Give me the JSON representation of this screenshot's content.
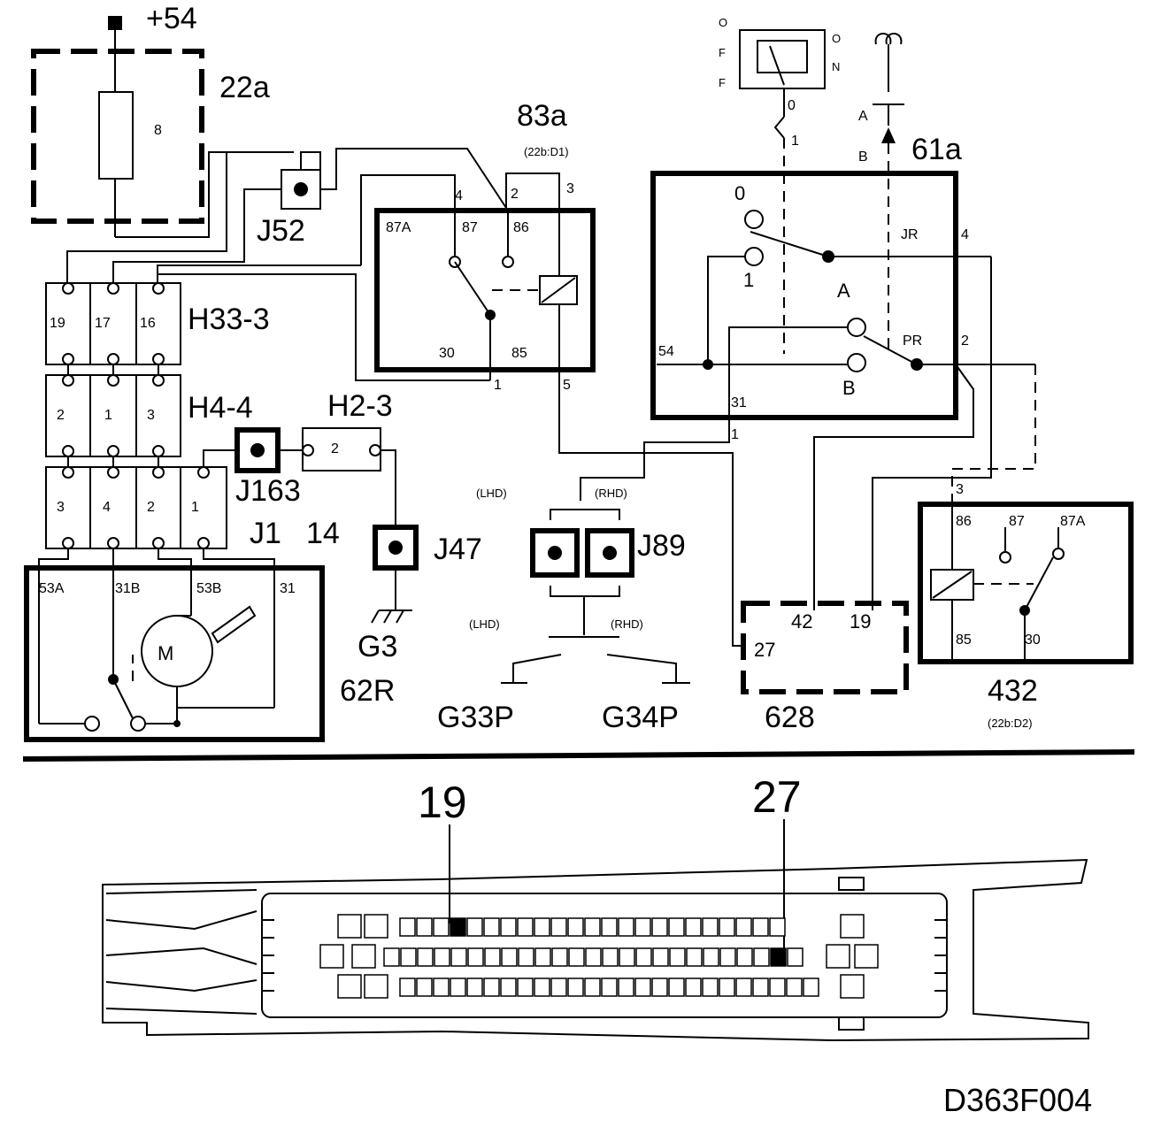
{
  "labels": {
    "plus54": "+54",
    "c22a": "22a",
    "fuse_b": "8",
    "j52": "J52",
    "c83a": "83a",
    "ref_83a": "(22b:D1)",
    "r83_87a": "87A",
    "r83_87": "87",
    "r83_86": "86",
    "r83_30": "30",
    "r83_85": "85",
    "p83_2": "2",
    "p83_3": "3",
    "p83_4": "4",
    "p83_1": "1",
    "p83_5": "5",
    "h33": "H33-3",
    "h33_19": "19",
    "h33_17": "17",
    "h33_16": "16",
    "h4": "H4-4",
    "h4_2": "2",
    "h4_1": "1",
    "h4_3": "3",
    "h2": "H2-3",
    "h2_2": "2",
    "j163": "J163",
    "j1": "J1",
    "j1_3": "3",
    "j1_4": "4",
    "j1_2": "2",
    "j1_1": "1",
    "j1_14": "14",
    "m_53a": "53A",
    "m_31b": "31B",
    "m_53b": "53B",
    "m_31": "31",
    "motor": "M",
    "c62r": "62R",
    "j47": "J47",
    "g3": "G3",
    "lhd1": "(LHD)",
    "rhd1": "(RHD)",
    "lhd2": "(LHD)",
    "rhd2": "(RHD)",
    "j89": "J89",
    "g33p": "G33P",
    "g34p": "G34P",
    "sw_o": "O",
    "sw_f1": "F",
    "sw_f2": "F",
    "sw_o2": "O",
    "sw_n": "N",
    "w0": "0",
    "w1": "1",
    "a_lbl": "A",
    "b_lbl": "B",
    "c61a": "61a",
    "s_0": "0",
    "s_1": "1",
    "s_a": "A",
    "s_b": "B",
    "s_jr": "JR",
    "s_pr": "PR",
    "s_4": "4",
    "s_2": "2",
    "s_54": "54",
    "s_31": "31",
    "s_w1": "1",
    "c628": "628",
    "e_27": "27",
    "e_42": "42",
    "e_19": "19",
    "c432": "432",
    "ref_432": "(22b:D2)",
    "r432_3": "3",
    "r432_86": "86",
    "r432_87": "87",
    "r432_87a": "87A",
    "r432_85": "85",
    "r432_30": "30",
    "pin19": "19",
    "pin27": "27",
    "code": "D363F004"
  }
}
